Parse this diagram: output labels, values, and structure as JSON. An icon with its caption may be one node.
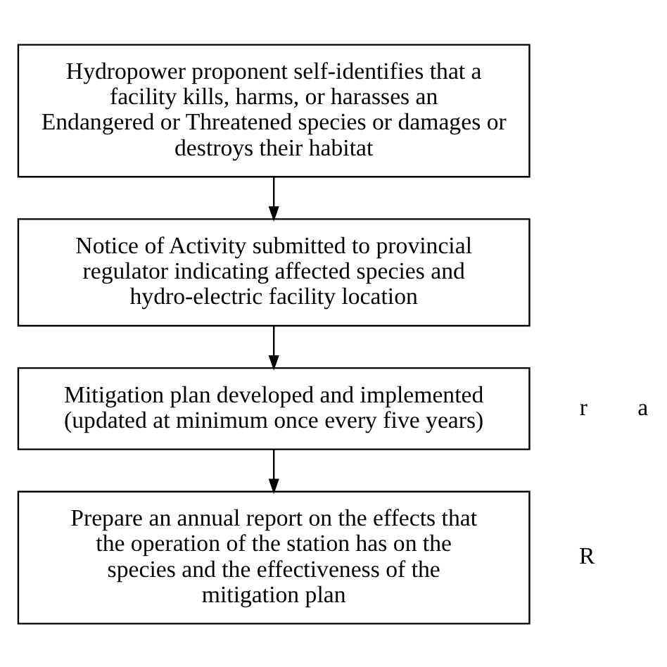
{
  "diagram": {
    "nodes": [
      {
        "text": [
          "Hydropower proponent self-identifies that a facility kills, harms, or harasses an Endangered or Threatened species or damages or destroys their habitat"
        ]
      },
      {
        "text": [
          "Notice of Activity submitted to provincial regulator indicating affected species and hydro-electric facility location"
        ]
      },
      {
        "text": [
          "Mitigation plan developed and implemented (updated at minimum once every five years)"
        ]
      },
      {
        "text": [
          "Prepare an annual report on the effects that the operation of the station has on the species and the effectiveness of the mitigation plan"
        ]
      }
    ],
    "edges": [
      {
        "from": 0,
        "to": 1,
        "arrow": "to"
      },
      {
        "from": 1,
        "to": 2,
        "arrow": "to"
      },
      {
        "from": 2,
        "to": 3,
        "arrow": "to"
      }
    ],
    "labels": [
      "r",
      "a",
      "R"
    ]
  }
}
